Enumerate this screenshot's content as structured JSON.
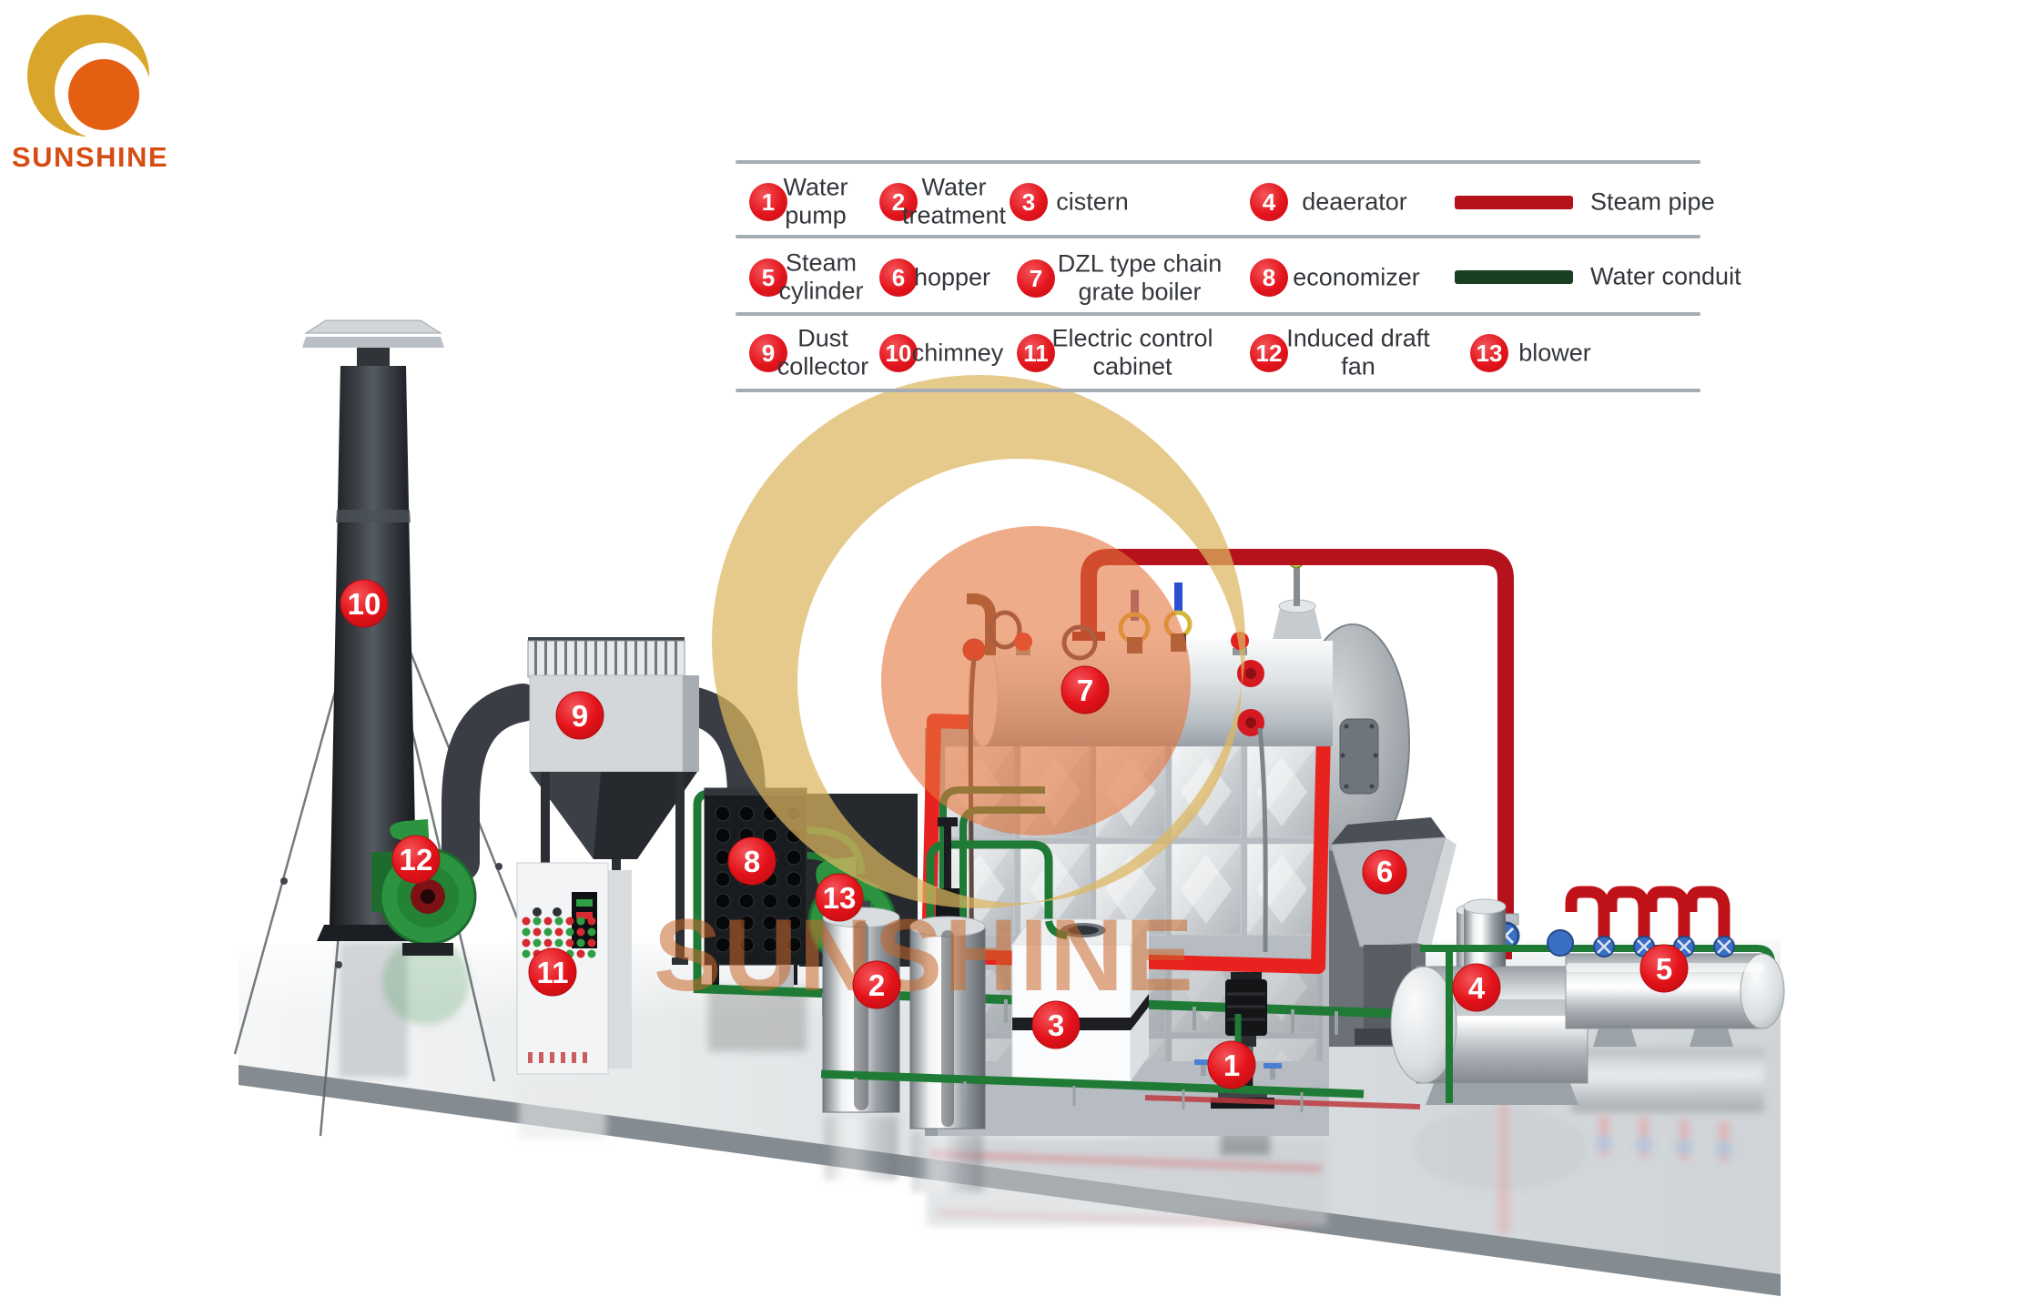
{
  "logo": {
    "text": "SUNSHINE"
  },
  "legend": {
    "row1": {
      "i1": {
        "n": "1",
        "l": "Water\npump"
      },
      "i2": {
        "n": "2",
        "l": "Water\ntreatment"
      },
      "i3": {
        "n": "3",
        "l": "cistern"
      },
      "i4": {
        "n": "4",
        "l": "deaerator"
      },
      "swatch": {
        "label": "Steam pipe",
        "color": "#b5121b"
      }
    },
    "row2": {
      "i1": {
        "n": "5",
        "l": "Steam\ncylinder"
      },
      "i2": {
        "n": "6",
        "l": "hopper"
      },
      "i3": {
        "n": "7",
        "l": "DZL type chain\ngrate boiler"
      },
      "i4": {
        "n": "8",
        "l": "economizer"
      },
      "swatch": {
        "label": "Water conduit",
        "color": "#1b3f23"
      }
    },
    "row3": {
      "i1": {
        "n": "9",
        "l": "Dust\ncollector"
      },
      "i2": {
        "n": "10",
        "l": "chimney"
      },
      "i3": {
        "n": "11",
        "l": "Electric control\ncabinet"
      },
      "i4": {
        "n": "12",
        "l": "Induced draft\nfan"
      },
      "i5": {
        "n": "13",
        "l": "blower"
      }
    }
  },
  "watermark": {
    "text": "SUNSHINE"
  },
  "scene": {
    "markers": {
      "m1": {
        "n": "1"
      },
      "m2": {
        "n": "2"
      },
      "m3": {
        "n": "3"
      },
      "m4": {
        "n": "4"
      },
      "m5": {
        "n": "5"
      },
      "m6": {
        "n": "6"
      },
      "m7": {
        "n": "7"
      },
      "m8": {
        "n": "8"
      },
      "m9": {
        "n": "9"
      },
      "m10": {
        "n": "10"
      },
      "m11": {
        "n": "11"
      },
      "m12": {
        "n": "12"
      },
      "m13": {
        "n": "13"
      }
    }
  },
  "colors": {
    "steam_pipe": "#b5121b",
    "water_conduit": "#1b3f23",
    "marker_red": "#e3151d"
  }
}
